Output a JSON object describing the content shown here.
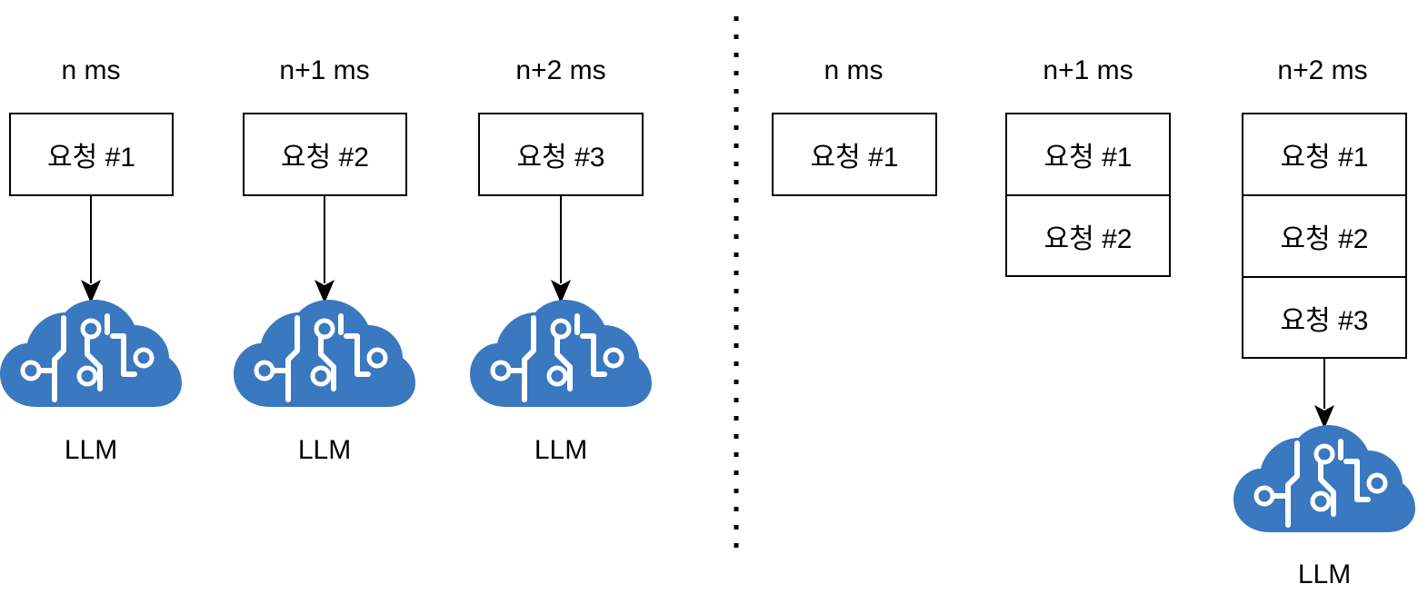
{
  "left": {
    "columns": [
      {
        "time": "n ms",
        "requests": [
          "요청 #1"
        ],
        "llm_label": "LLM"
      },
      {
        "time": "n+1 ms",
        "requests": [
          "요청 #2"
        ],
        "llm_label": "LLM"
      },
      {
        "time": "n+2 ms",
        "requests": [
          "요청 #3"
        ],
        "llm_label": "LLM"
      }
    ]
  },
  "right": {
    "columns": [
      {
        "time": "n ms",
        "requests": [
          "요청 #1"
        ]
      },
      {
        "time": "n+1 ms",
        "requests": [
          "요청 #1",
          "요청 #2"
        ]
      },
      {
        "time": "n+2 ms",
        "requests": [
          "요청 #1",
          "요청 #2",
          "요청 #3"
        ],
        "llm_label": "LLM"
      }
    ]
  },
  "icons": {
    "llm": "cloud-brain-circuit-icon"
  },
  "colors": {
    "llm_icon": "#3a78c0",
    "stroke": "#000000"
  }
}
